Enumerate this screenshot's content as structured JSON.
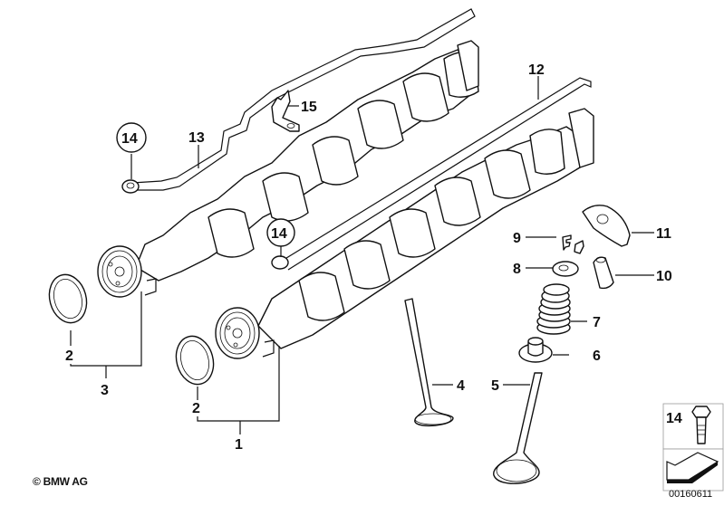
{
  "diagram": {
    "title": "Camshaft / Valve train exploded view",
    "copyright": "© BMW AG",
    "document_number": "00160611",
    "legend_box": {
      "bolt_label": "14"
    },
    "callouts": [
      {
        "id": "1",
        "part": "camshaft-lower"
      },
      {
        "id": "2",
        "part": "seal-ring-left"
      },
      {
        "id": "2",
        "part": "seal-ring-right"
      },
      {
        "id": "3",
        "part": "camshaft-upper"
      },
      {
        "id": "4",
        "part": "intake-valve"
      },
      {
        "id": "5",
        "part": "exhaust-valve"
      },
      {
        "id": "6",
        "part": "valve-stem-seal"
      },
      {
        "id": "7",
        "part": "valve-spring"
      },
      {
        "id": "8",
        "part": "spring-retainer"
      },
      {
        "id": "9",
        "part": "valve-collet"
      },
      {
        "id": "10",
        "part": "hydraulic-lifter"
      },
      {
        "id": "11",
        "part": "rocker-arm"
      },
      {
        "id": "12",
        "part": "oil-pipe-lower"
      },
      {
        "id": "13",
        "part": "oil-pipe-upper"
      },
      {
        "id": "14",
        "part": "banjo-bolt-upper",
        "circled": true
      },
      {
        "id": "14",
        "part": "banjo-bolt-lower",
        "circled": true
      },
      {
        "id": "15",
        "part": "bracket"
      }
    ]
  }
}
